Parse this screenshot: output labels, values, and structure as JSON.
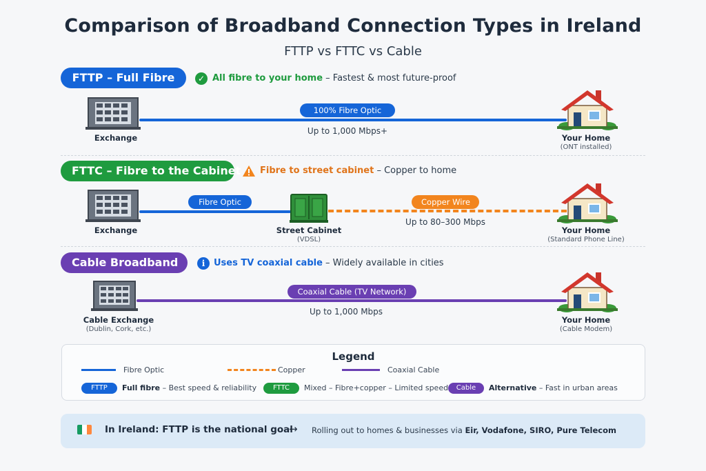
{
  "title": "Comparison of Broadband Connection Types in Ireland",
  "subtitle": "FTTP vs FTTC vs Cable",
  "colors": {
    "fibre": "#1565d8",
    "copper": "#f2851e",
    "coaxial": "#6a3fb2",
    "fttc": "#1f9b3f"
  },
  "fttp": {
    "badge": "FTTP – Full Fibre",
    "status_icon": "check-circle-icon",
    "highlight": "All fibre to your home",
    "rest": " – Fastest & most future-proof",
    "exchange_label": "Exchange",
    "cable_label": "100% Fibre Optic",
    "speed": "Up to 1,000 Mbps+",
    "home_label": "Your Home",
    "home_sub": "(ONT installed)"
  },
  "fttc": {
    "badge": "FTTC – Fibre to the Cabinet",
    "status_icon": "warning-icon",
    "highlight": "Fibre to street cabinet",
    "rest": " – Copper to home",
    "exchange_label": "Exchange",
    "fibre_label": "Fibre Optic",
    "cabinet_label": "Street Cabinet",
    "cabinet_sub": "(VDSL)",
    "copper_label": "Copper Wire",
    "speed": "Up to 80–300 Mbps",
    "home_label": "Your Home",
    "home_sub": "(Standard Phone Line)"
  },
  "cable": {
    "badge": "Cable Broadband",
    "status_icon": "info-icon",
    "highlight": "Uses TV coaxial cable",
    "rest": " – Widely available in cities",
    "exchange_label": "Cable Exchange",
    "exchange_sub": "(Dublin, Cork, etc.)",
    "cable_label": "Coaxial Cable (TV Network)",
    "speed": "Up to 1,000 Mbps",
    "home_label": "Your Home",
    "home_sub": "(Cable Modem)"
  },
  "legend": {
    "title": "Legend",
    "fibre": "Fibre Optic",
    "copper": "Copper",
    "coaxial": "Coaxial Cable",
    "fttp_pill": "FTTP",
    "fttp_bold": "Full fibre",
    "fttp_rest": " – Best speed & reliability",
    "fttc_pill": "FTTC",
    "fttc_text": "Mixed – Fibre+copper – Limited speed",
    "cable_pill": "Cable",
    "cable_bold": "Alternative",
    "cable_rest": " – Fast in urban areas"
  },
  "footer": {
    "lead": "In Ireland: FTTP is the national goal",
    "arrow": "→",
    "text": "Rolling out to homes & businesses via ",
    "providers": "Eir, Vodafone, SIRO, Pure Telecom"
  }
}
